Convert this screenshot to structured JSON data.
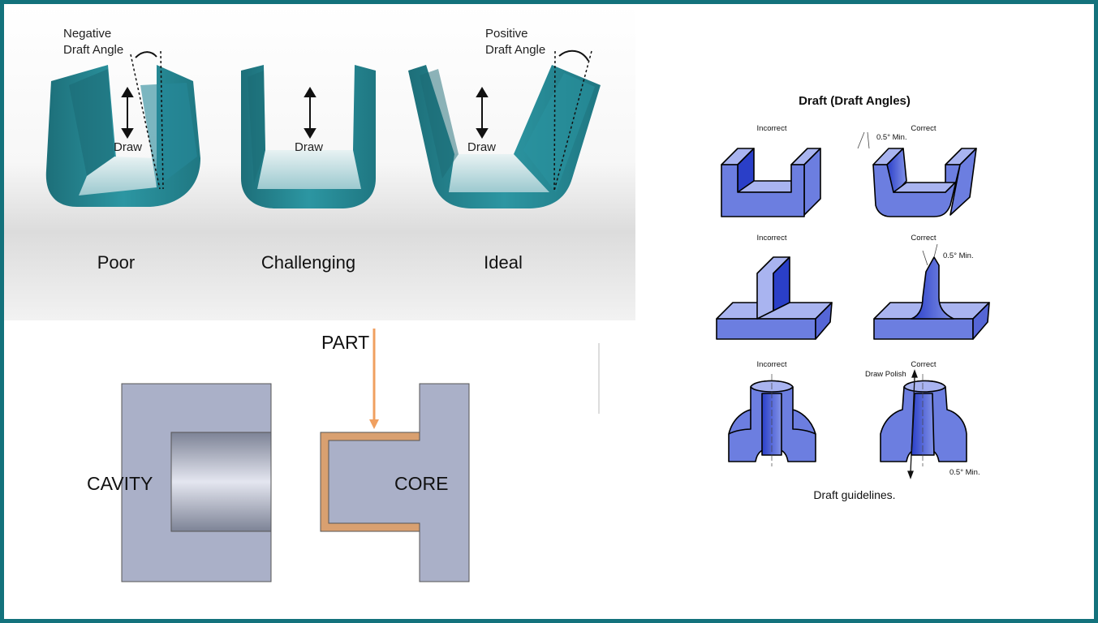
{
  "draft_shapes": {
    "negative_label_line1": "Negative",
    "negative_label_line2": "Draft Angle",
    "positive_label_line1": "Positive",
    "positive_label_line2": "Draft Angle",
    "draw_label": "Draw",
    "captions": [
      "Poor",
      "Challenging",
      "Ideal"
    ],
    "part_color": "#23808c"
  },
  "mold": {
    "part_label": "PART",
    "cavity_label": "CAVITY",
    "core_label": "CORE",
    "arrow_color": "#f0a060",
    "mold_color": "#aab0c8",
    "part_color": "#d9a070"
  },
  "guidelines": {
    "title": "Draft (Draft Angles)",
    "incorrect_label": "Incorrect",
    "correct_label": "Correct",
    "min_label": "0.5° Min.",
    "draw_polish_label": "Draw Polish",
    "caption": "Draft guidelines.",
    "fill_color": "#6c7ee0",
    "shade_color": "#2a3fc8"
  }
}
